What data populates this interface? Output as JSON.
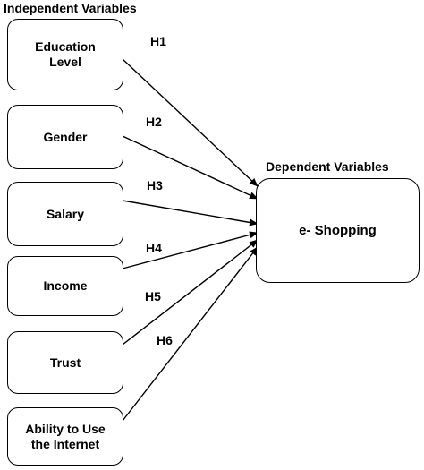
{
  "independent_title": "Independent Variables",
  "dependent_title": "Dependent Variables",
  "independent_variables": [
    {
      "label": "Education\nLevel",
      "hypothesis": "H1"
    },
    {
      "label": "Gender",
      "hypothesis": "H2"
    },
    {
      "label": "Salary",
      "hypothesis": "H3"
    },
    {
      "label": "Income",
      "hypothesis": "H4"
    },
    {
      "label": "Trust",
      "hypothesis": "H5"
    },
    {
      "label": "Ability to Use\nthe Internet",
      "hypothesis": "H6"
    }
  ],
  "dependent_variable": {
    "label": "e- Shopping"
  },
  "colors": {
    "stroke": "#000000",
    "background": "#ffffff"
  }
}
